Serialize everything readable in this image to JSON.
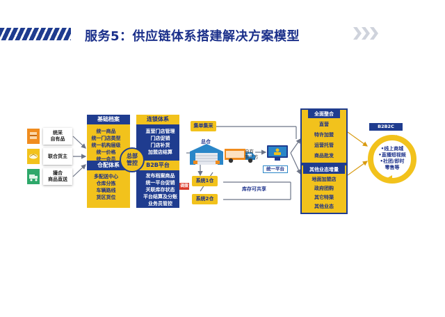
{
  "title": "服务5：供应链体系搭建解决方案模型",
  "colors": {
    "navy": "#1f3c8f",
    "gold": "#f2c21c",
    "orange": "#f08c1e",
    "green": "#2ea86a",
    "blue": "#2a86c8",
    "red": "#d93a2b"
  },
  "sources": [
    {
      "label": "统采\n自有品",
      "icon": "box-icon"
    },
    {
      "label": "联合货主",
      "icon": "handshake-icon"
    },
    {
      "label": "撮合\n商品直送",
      "icon": "truck-icon"
    }
  ],
  "archive": {
    "header": "基础档案",
    "items": [
      "统一商品",
      "统一门店类型",
      "统一机构层级",
      "统一价格",
      "统一会员"
    ]
  },
  "warehouse_box": {
    "header": "仓配体系",
    "items": [
      "多配送中心",
      "仓库分拣",
      "车辆路线",
      "货区货位"
    ]
  },
  "hub": "总部\n管控",
  "chain": {
    "header": "连锁体系",
    "items": [
      "直营门店管理",
      "门店促销",
      "门店补货",
      "加盟店结算"
    ]
  },
  "b2b": {
    "header": "B2B平台",
    "items": [
      "发布档案商品",
      "统一平台促销",
      "关联库存状态",
      "平台结算及分账",
      "业务员管控"
    ]
  },
  "tiaobo": "调拨",
  "consolidate": "集单集采",
  "hq_warehouse": "总仓",
  "sys1": "系统1仓",
  "sys2": "系统2仓",
  "inventory_share": "库存可共享",
  "delivery": "自有\n第三方",
  "platform": "统一平台",
  "integration": {
    "header": "全面整合",
    "items": [
      "直营",
      "特许加盟",
      "运营托管",
      "商品批发"
    ]
  },
  "other_biz": {
    "header": "其他业态增量",
    "items": [
      "地面加盟店",
      "政府团购",
      "其它特渠",
      "其他业态"
    ]
  },
  "b2b2c": {
    "header": "B2B2C",
    "lines": [
      "•线上商城",
      "•直播短视频",
      "•社团/即时",
      "零售等"
    ]
  }
}
